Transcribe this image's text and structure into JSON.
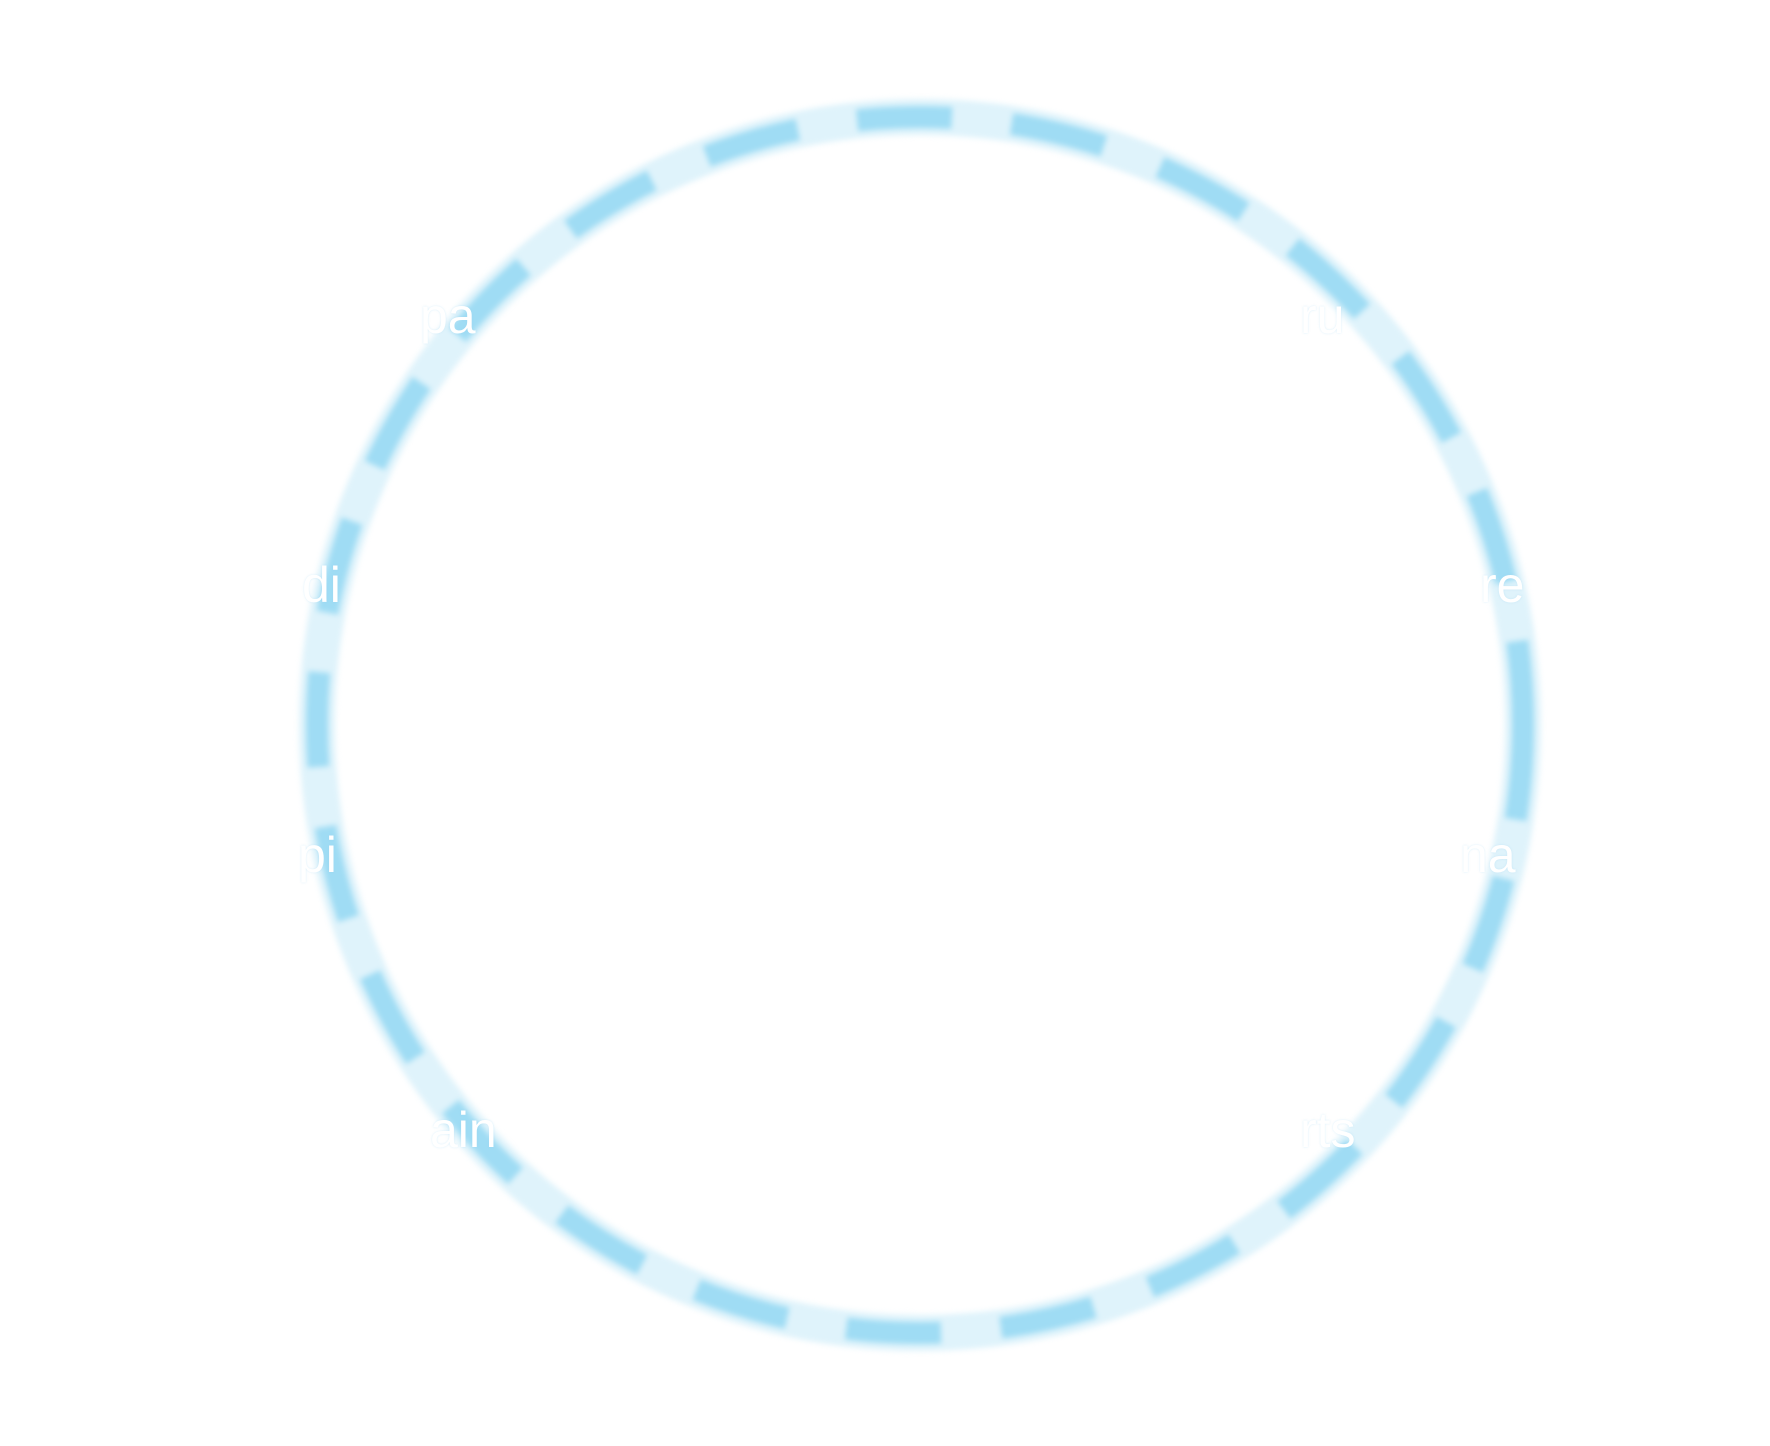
{
  "colors": {
    "background": "#ffffff",
    "ring_light": "#dff3fb",
    "ring_dark": "#9fdcf4",
    "label_text": "#ffffff"
  },
  "labels": {
    "top_left": "pa",
    "top_right": "ru",
    "mid_left": "di",
    "mid_right": "re",
    "low_left": "pi",
    "low_right": "na",
    "bottom_left": "ain",
    "bottom_right": "rts"
  }
}
